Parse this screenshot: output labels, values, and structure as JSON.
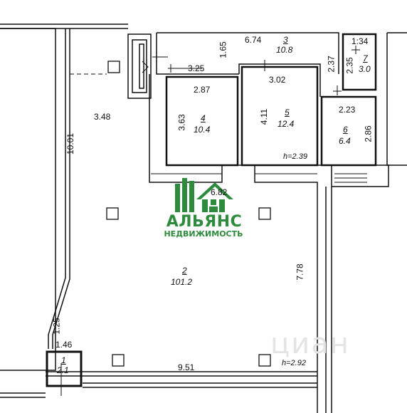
{
  "plan": {
    "rooms": [
      {
        "number": "1",
        "area": "2.1"
      },
      {
        "number": "2",
        "area": "101.2"
      },
      {
        "number": "3",
        "area": "10.8"
      },
      {
        "number": "4",
        "area": "10.4"
      },
      {
        "number": "5",
        "area": "12.4"
      },
      {
        "number": "6",
        "area": "6.4"
      },
      {
        "number": "7",
        "area": "3.0"
      }
    ],
    "dimensions": {
      "d_6_74": "6.74",
      "d_1_65": "1.65",
      "d_1_34": "1:34",
      "d_2_37": "2.37",
      "d_2_35": "2.35",
      "d_3_25": "3.25",
      "d_2_87": "2.87",
      "d_3_02": "3.02",
      "d_2_23": "2.23",
      "d_3_48": "3.48",
      "d_10_01": "10.01",
      "d_3_63": "3.63",
      "d_4_11": "4.11",
      "d_2_86": "2.86",
      "d_6_82": "6.82",
      "d_7_78": "7.78",
      "d_1_25": "1.25",
      "d_1_46": "1.46",
      "d_9_51": "9.51"
    },
    "heights": {
      "h_upper": "h=2.39",
      "h_lower": "h=2.92"
    }
  },
  "logo": {
    "name": "АЛЬЯНС",
    "subtitle": "НЕДВИЖИМОСТЬ",
    "color": "#2e8b3d"
  },
  "watermark": {
    "text": "циан"
  }
}
